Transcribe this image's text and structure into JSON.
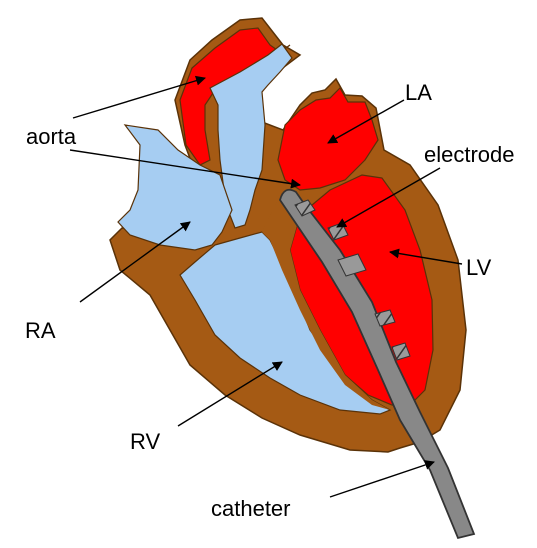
{
  "diagram": {
    "labels": {
      "la": "LA",
      "aorta": "aorta",
      "electrode": "electrode",
      "lv": "LV",
      "ra": "RA",
      "rv": "RV",
      "catheter": "catheter"
    },
    "colors": {
      "oxygenated": "#ff0000",
      "deoxygenated": "#a6cdf2",
      "wall": "#a55a14",
      "catheter": "#888888",
      "leader": "#000000"
    }
  }
}
